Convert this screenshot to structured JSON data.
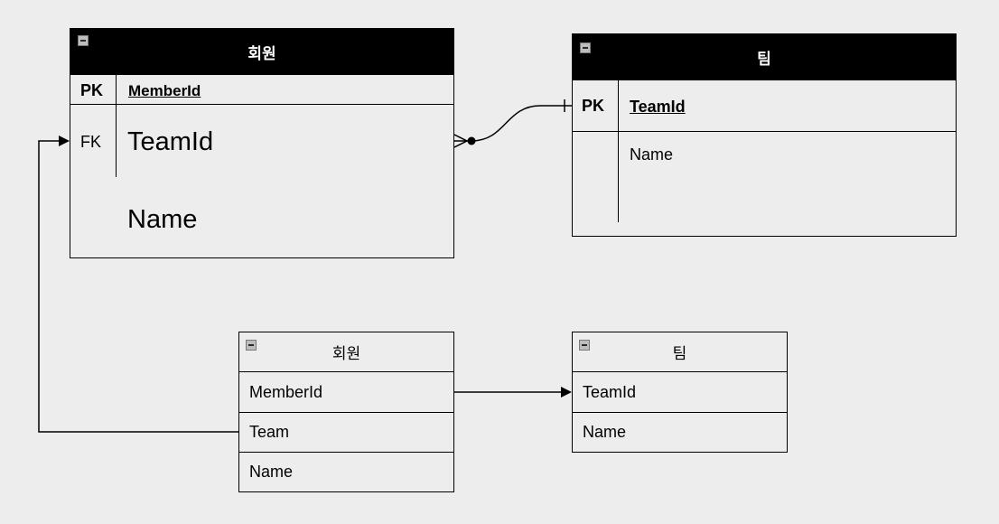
{
  "erd": {
    "member": {
      "title": "회원",
      "pk_label": "PK",
      "pk_field": "MemberId",
      "fk_label": "FK",
      "fk_field": "TeamId",
      "field": "Name"
    },
    "team": {
      "title": "팀",
      "pk_label": "PK",
      "pk_field": "TeamId",
      "field": "Name"
    }
  },
  "object_model": {
    "member": {
      "title": "회원",
      "fields": [
        "MemberId",
        "Team",
        "Name"
      ]
    },
    "team": {
      "title": "팀",
      "fields": [
        "TeamId",
        "Name"
      ]
    }
  }
}
